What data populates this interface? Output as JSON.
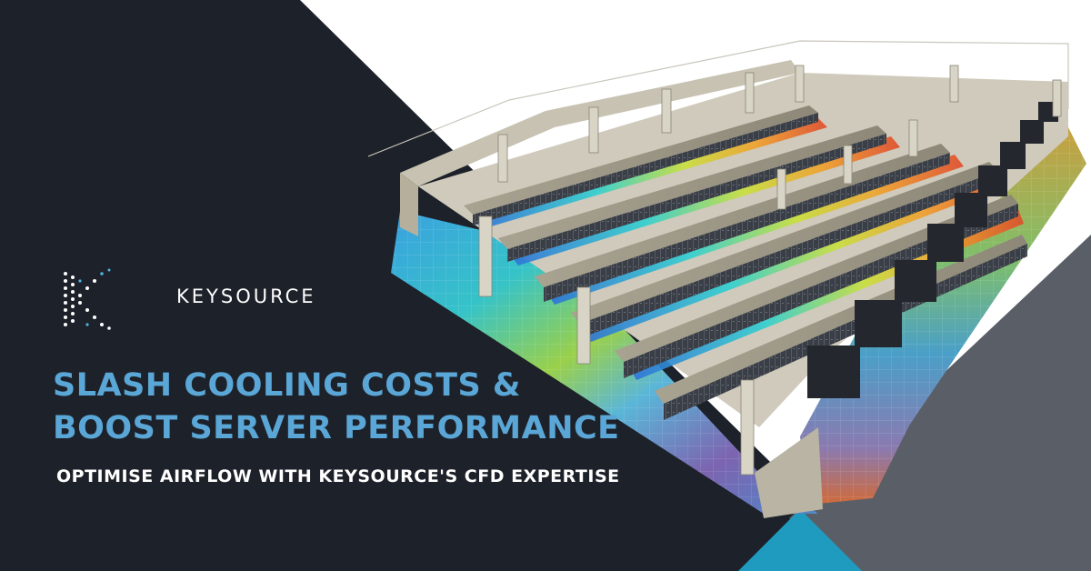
{
  "brand": {
    "name": "KEYSOURCE",
    "logo_icon": "k-dots-logo"
  },
  "headline": {
    "line1": "SLASH COOLING COSTS &",
    "line2": "BOOST SERVER PERFORMANCE"
  },
  "subheadline": "OPTIMISE AIRFLOW WITH KEYSOURCE'S CFD EXPERTISE",
  "image": {
    "subject": "cfd-data-centre-render"
  },
  "colors": {
    "background": "#1d2129",
    "headline": "#5aa6d6",
    "white": "#ffffff",
    "grey_panel": "#5a5e66",
    "teal_accent": "#1f9bc0"
  }
}
